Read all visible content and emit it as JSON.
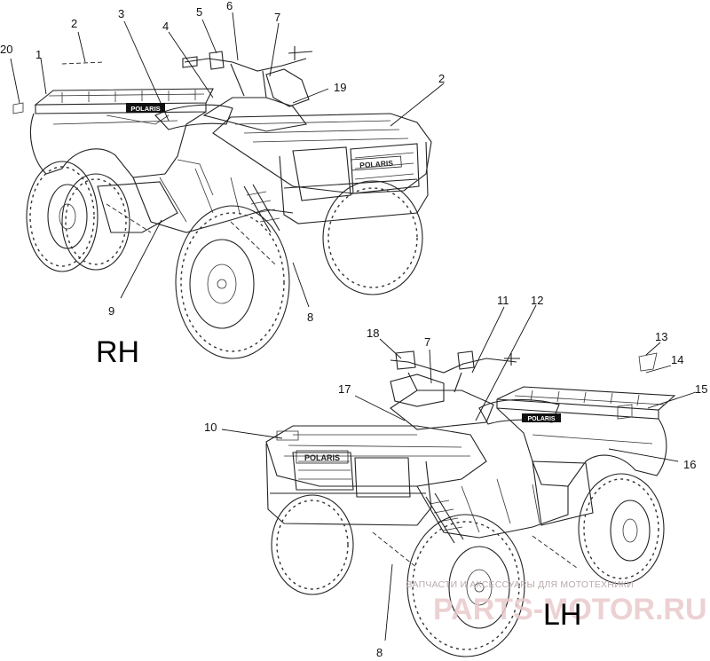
{
  "views": {
    "rh": {
      "label": "RH"
    },
    "lh": {
      "label": "LH"
    }
  },
  "callouts": {
    "rh": [
      {
        "id": "rh-20",
        "text": "20"
      },
      {
        "id": "rh-1",
        "text": "1"
      },
      {
        "id": "rh-2a",
        "text": "2"
      },
      {
        "id": "rh-3",
        "text": "3"
      },
      {
        "id": "rh-4",
        "text": "4"
      },
      {
        "id": "rh-5",
        "text": "5"
      },
      {
        "id": "rh-6",
        "text": "6"
      },
      {
        "id": "rh-7",
        "text": "7"
      },
      {
        "id": "rh-19",
        "text": "19"
      },
      {
        "id": "rh-2b",
        "text": "2"
      },
      {
        "id": "rh-9",
        "text": "9"
      },
      {
        "id": "rh-8",
        "text": "8"
      }
    ],
    "lh": [
      {
        "id": "lh-11",
        "text": "11"
      },
      {
        "id": "lh-12",
        "text": "12"
      },
      {
        "id": "lh-18",
        "text": "18"
      },
      {
        "id": "lh-7",
        "text": "7"
      },
      {
        "id": "lh-13",
        "text": "13"
      },
      {
        "id": "lh-14",
        "text": "14"
      },
      {
        "id": "lh-17",
        "text": "17"
      },
      {
        "id": "lh-15",
        "text": "15"
      },
      {
        "id": "lh-10",
        "text": "10"
      },
      {
        "id": "lh-16",
        "text": "16"
      },
      {
        "id": "lh-8",
        "text": "8"
      }
    ]
  },
  "decals": {
    "rh_side": "POLARIS",
    "rh_front": "POLARIS",
    "lh_front": "POLARIS",
    "lh_side": "POLARIS"
  },
  "watermark": {
    "tagline": "ЗАПЧАСТИ И АКСЕССУАРЫ ДЛЯ МОТОТЕХНИКИ",
    "brand": "PARTS-MOTOR.RU"
  },
  "colors": {
    "ink": "#222222",
    "watermark_text": "#b9a9aa",
    "watermark_brand": "#e9c9cb"
  }
}
